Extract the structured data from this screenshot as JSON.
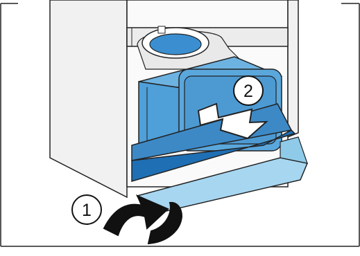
{
  "steps": [
    {
      "number": "1",
      "action": "pull-down-flap"
    },
    {
      "number": "2",
      "action": "pull-out-tank"
    }
  ],
  "colors": {
    "frame": "#222222",
    "appliance_wall": "#f2f2f2",
    "tank_blue_light": "#5aa9dd",
    "tank_blue_dark": "#3b88c4",
    "tray_blue": "#2f7fc0",
    "flap_blue": "#a6d5ef",
    "arrow_dark": "#111111"
  }
}
